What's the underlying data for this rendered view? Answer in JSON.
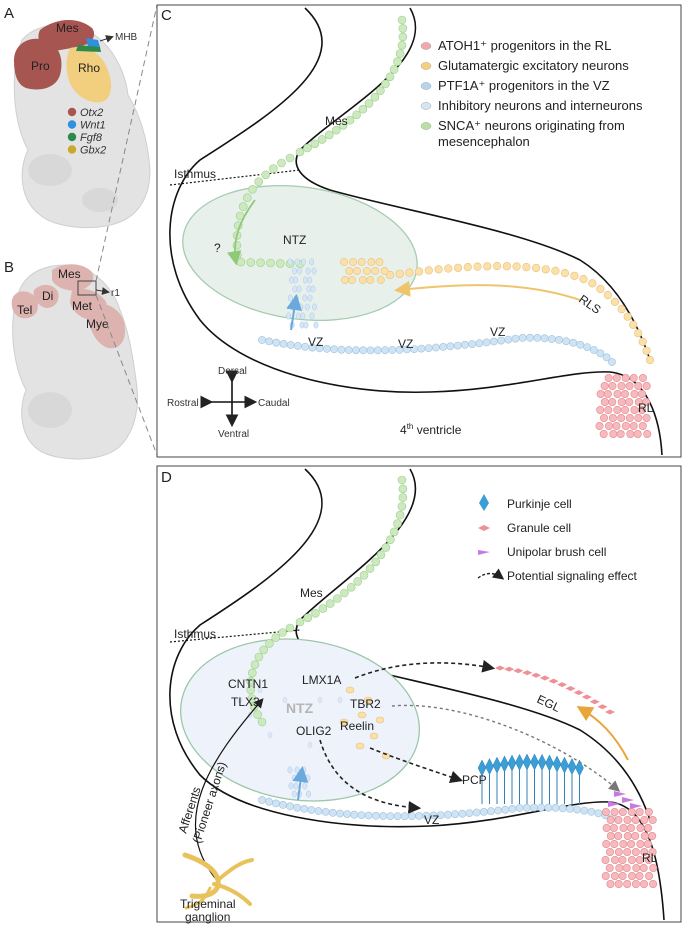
{
  "panelA": {
    "letter": "A",
    "mes": "Mes",
    "pro": "Pro",
    "rho": "Rho",
    "mhb": "MHB",
    "genes": [
      {
        "name": "Otx2",
        "color": "#a75550"
      },
      {
        "name": "Wnt1",
        "color": "#2f8fe0"
      },
      {
        "name": "Fgf8",
        "color": "#2d8a4a"
      },
      {
        "name": "Gbx2",
        "color": "#c9a82c"
      }
    ]
  },
  "panelB": {
    "letter": "B",
    "mes": "Mes",
    "tel": "Tel",
    "di": "Di",
    "met": "Met",
    "mye": "Mye",
    "r1": "r1"
  },
  "panelC": {
    "letter": "C",
    "legend": [
      {
        "text": "ATOH1⁺ progenitors in the RL",
        "color": "#f2a7ad"
      },
      {
        "text": "Glutamatergic excitatory neurons",
        "color": "#f5cf7e"
      },
      {
        "text": "PTF1A⁺ progenitors in the VZ",
        "color": "#b8d4ea"
      },
      {
        "text": "Inhibitory neurons and interneurons",
        "color": "#d3e4f4"
      },
      {
        "text": "SNCA⁺ neurons originating from",
        "color": "#b8e0a5"
      },
      {
        "text": "mesencephalon",
        "color": ""
      }
    ],
    "mes": "Mes",
    "isthmus": "Isthmus",
    "question": "?",
    "ntz": "NTZ",
    "rls": "RLS",
    "vz": "VZ",
    "rl": "RL",
    "dorsal": "Dorsal",
    "ventral": "Ventral",
    "rostral": "Rostral",
    "caudal": "Caudal",
    "ventricle_num": "4",
    "ventricle_sup": "th",
    "ventricle_text": " ventricle"
  },
  "panelD": {
    "letter": "D",
    "legend": [
      {
        "text": "Purkinje cell",
        "color": "#3a9fd6"
      },
      {
        "text": "Granule cell",
        "color": "#ef8f96"
      },
      {
        "text": "Unipolar brush cell",
        "color": "#c77ae0"
      },
      {
        "text": "Potential signaling effect",
        "color": "#222222"
      }
    ],
    "mes": "Mes",
    "isthmus": "Isthmus",
    "cntn1": "CNTN1",
    "tlx3": "TLX3",
    "lmx1a": "LMX1A",
    "ntz": "NTZ",
    "tbr2": "TBR2",
    "olig2": "OLIG2",
    "reelin": "Reelin",
    "egl": "EGL",
    "pcp": "PCP",
    "vz": "VZ",
    "rl": "RL",
    "afferents": "Afferents",
    "pioneer": "(Pioneer axons)",
    "trigeminal1": "Trigeminal",
    "trigeminal2": "ganglion"
  }
}
